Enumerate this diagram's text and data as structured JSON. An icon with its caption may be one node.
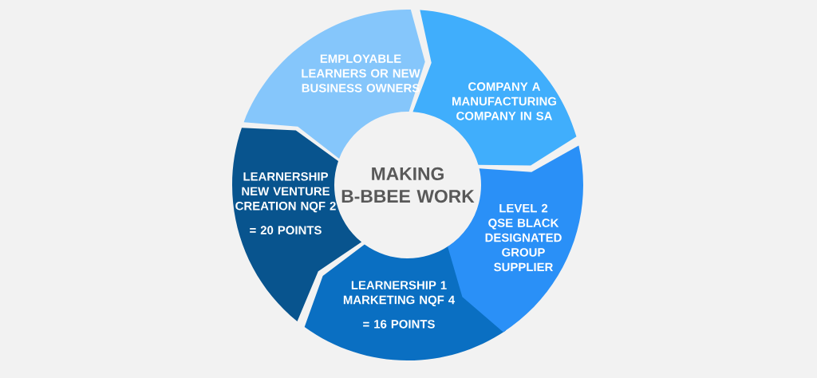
{
  "diagram": {
    "nodes": [
      {
        "text": [
          "MAKING B-BBEE WORK"
        ]
      },
      {
        "text": [
          "EMPLOYABLE LEARNERS OR NEW BUSINESS OWNERS"
        ]
      },
      {
        "text": [
          "COMPANY A MANUFACTURING COMPANY IN SA"
        ]
      },
      {
        "text": [
          "LEVEL 2 QSE BLACK DESIGNATED GROUP SUPPLIER"
        ]
      },
      {
        "text": [
          "LEARNERSHIP 1 MARKETING NQF 4",
          "= 16 POINTS"
        ]
      },
      {
        "text": [
          "LEARNERSHIP NEW VENTURE CREATION NQF 2",
          "= 20 POINTS"
        ]
      }
    ]
  }
}
